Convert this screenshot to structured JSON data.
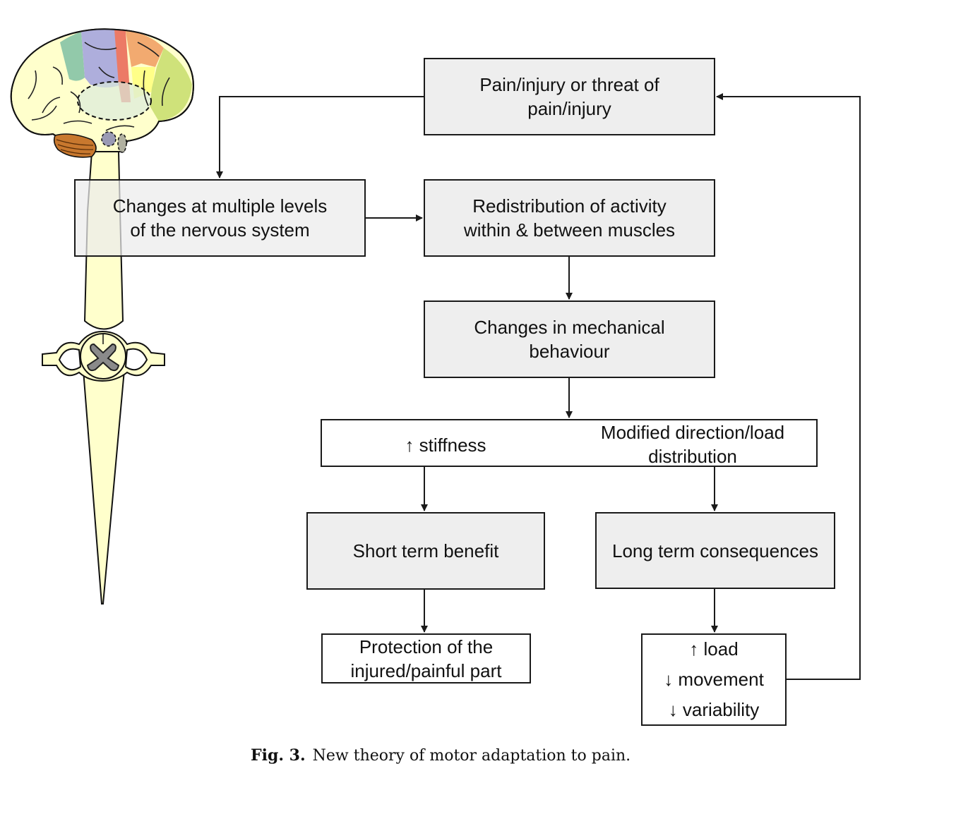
{
  "figure": {
    "caption_label": "Fig. 3.",
    "caption_text": "New theory of motor adaptation to pain."
  },
  "illustration": {
    "subject": "brain and spinal cord",
    "colors": {
      "brain_fill": "#ffffcc",
      "prefrontal_green": "#8cc6a8",
      "premotor_purple": "#aaaadc",
      "motor_red": "#ec7a66",
      "sensory_orange": "#f2aa70",
      "parietal_yellow": "#ffff88",
      "occipital_green": "#cfe27a",
      "cerebellum_brown": "#c8782e",
      "grey_matter": "#8a8a8a"
    }
  },
  "nodes": {
    "pain": "Pain/injury or threat of\npain/injury",
    "nervous": "Changes at multiple levels\nof the nervous system",
    "redistribution": "Redistribution of activity\nwithin & between muscles",
    "mechanical": "Changes in mechanical\nbehaviour",
    "stiffness": "↑ stiffness",
    "modified": "Modified direction/load\ndistribution",
    "short_term": "Short term benefit",
    "long_term": "Long term consequences",
    "protection": "Protection of the\ninjured/painful part",
    "effects": [
      "↑ load",
      "↓ movement",
      "↓ variability"
    ]
  },
  "colors": {
    "box_fill": "#ececec",
    "line": "#1a1a1a"
  }
}
